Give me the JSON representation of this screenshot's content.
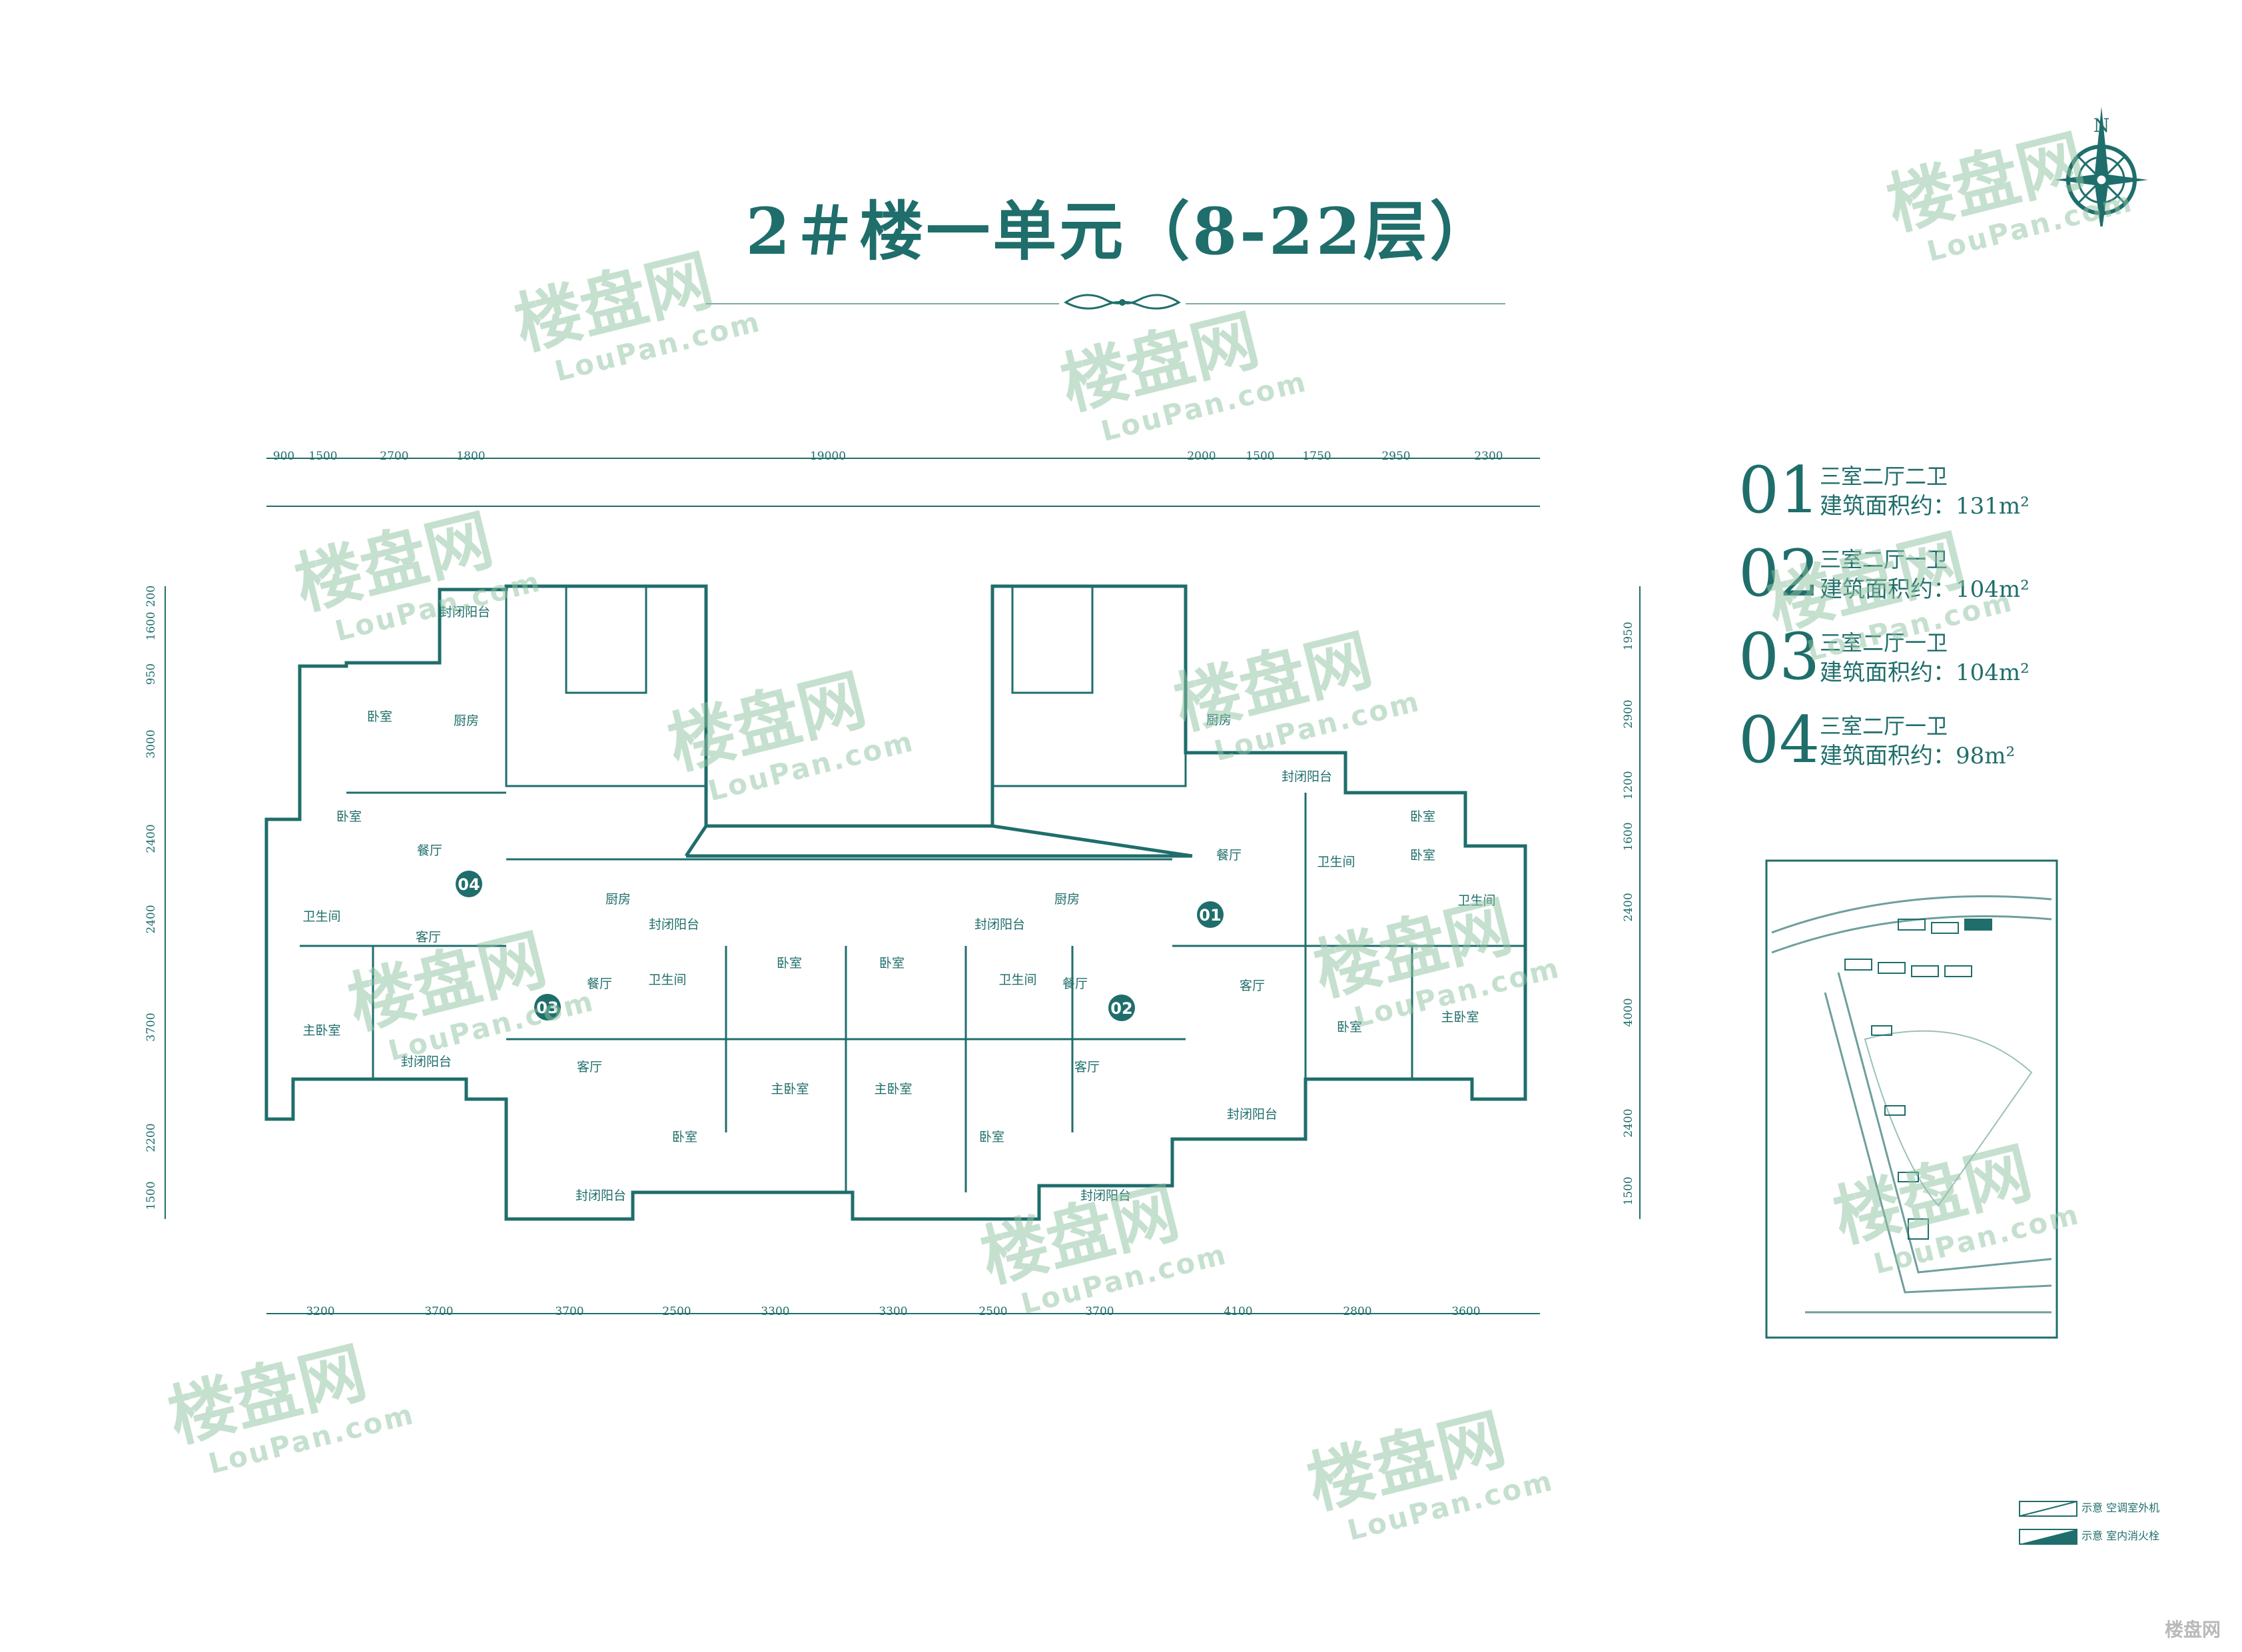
{
  "title": "2＃楼一单元（8-22层）",
  "compass": {
    "label": "N",
    "icon": "compass-rose-icon"
  },
  "units": [
    {
      "num": "01",
      "type": "三室二厅二卫",
      "area": "建筑面积约：131m²"
    },
    {
      "num": "02",
      "type": "三室二厅一卫",
      "area": "建筑面积约：104m²"
    },
    {
      "num": "03",
      "type": "三室二厅一卫",
      "area": "建筑面积约：104m²"
    },
    {
      "num": "04",
      "type": "三室二厅一卫",
      "area": "建筑面积约：98m²"
    }
  ],
  "dimensions": {
    "top": [
      "900",
      "1500",
      "2700",
      "1800",
      "19000",
      "2000",
      "1500",
      "1750",
      "2950",
      "2300"
    ],
    "bottom": [
      "3200",
      "3700",
      "3700",
      "2500",
      "3300",
      "3300",
      "2500",
      "3700",
      "4100",
      "2800",
      "3600"
    ],
    "left": [
      "200",
      "1600",
      "950",
      "3000",
      "2400",
      "2400",
      "3700",
      "2200",
      "1500"
    ],
    "right": [
      "1950",
      "2900",
      "1200",
      "1600",
      "2400",
      "4000",
      "2400",
      "1500"
    ]
  },
  "rooms": {
    "bedroom": "卧室",
    "master_bedroom": "主卧室",
    "living": "客厅",
    "dining": "餐厅",
    "kitchen": "厨房",
    "bathroom": "卫生间",
    "closed_balcony": "封闭阳台"
  },
  "unit_badges": [
    "04",
    "03",
    "01",
    "02"
  ],
  "symbols": [
    {
      "text": "示意  空调室外机",
      "icon": "ac-unit-icon"
    },
    {
      "text": "示意  室内消火栓",
      "icon": "hydrant-icon"
    }
  ],
  "watermark": {
    "cn": "楼盘网",
    "en": "LouPan.com"
  },
  "corner_logo": "楼盘网"
}
